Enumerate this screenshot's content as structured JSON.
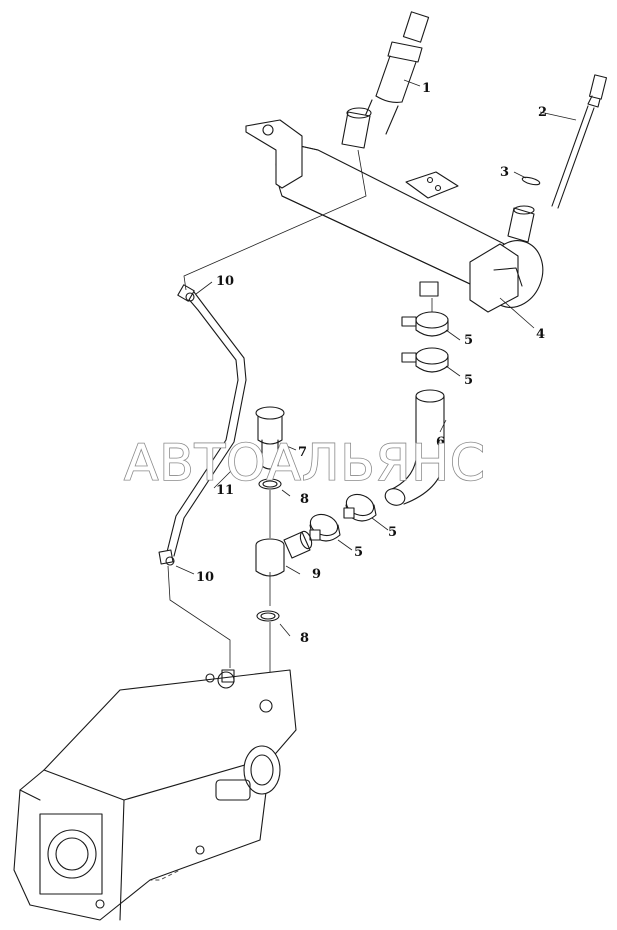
{
  "callouts": {
    "c1": "1",
    "c2": "2",
    "c3": "3",
    "c4": "4",
    "c5a": "5",
    "c5b": "5",
    "c5c": "5",
    "c5d": "5",
    "c6": "6",
    "c7": "7",
    "c8a": "8",
    "c8b": "8",
    "c9": "9",
    "c10a": "10",
    "c10b": "10",
    "c11": "11"
  },
  "watermark": "АВТОАЛЬЯНС"
}
